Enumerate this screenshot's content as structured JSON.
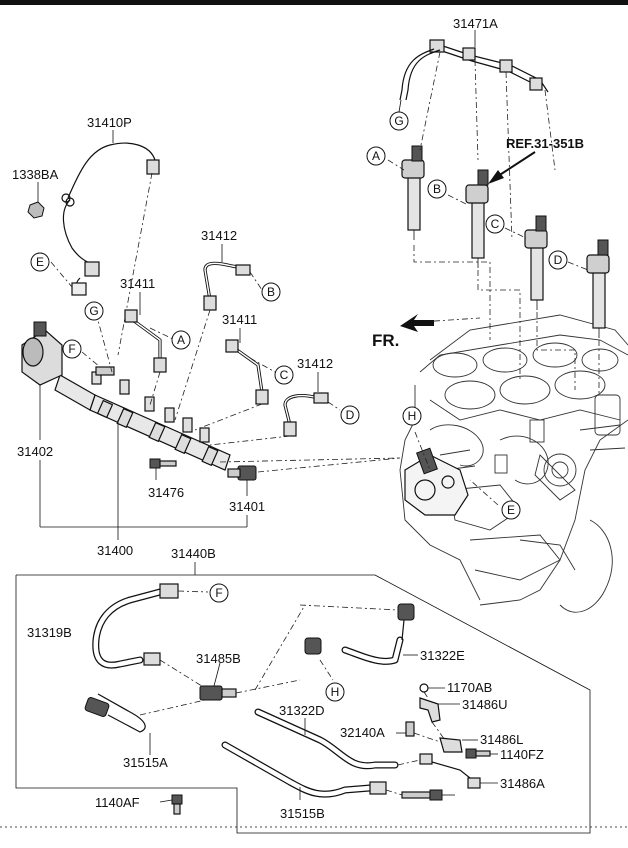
{
  "labels": {
    "p31471A": "31471A",
    "p31410P": "31410P",
    "p1338BA": "1338BA",
    "ref": "REF.31-351B",
    "p31412a": "31412",
    "p31411a": "31411",
    "p31411b": "31411",
    "p31412b": "31412",
    "fr": "FR.",
    "p31402": "31402",
    "p31476": "31476",
    "p31401": "31401",
    "p31400": "31400",
    "p31440B": "31440B",
    "p31319B": "31319B",
    "p31485B": "31485B",
    "p31322E": "31322E",
    "p1170AB": "1170AB",
    "p31486U": "31486U",
    "p31322D": "31322D",
    "p32140A": "32140A",
    "p31486L": "31486L",
    "p1140FZ": "1140FZ",
    "p31515A": "31515A",
    "p31486A": "31486A",
    "p1140AF": "1140AF",
    "p31515B": "31515B"
  },
  "callouts": {
    "A": "A",
    "B": "B",
    "C": "C",
    "D": "D",
    "E": "E",
    "F": "F",
    "G": "G",
    "H": "H"
  }
}
